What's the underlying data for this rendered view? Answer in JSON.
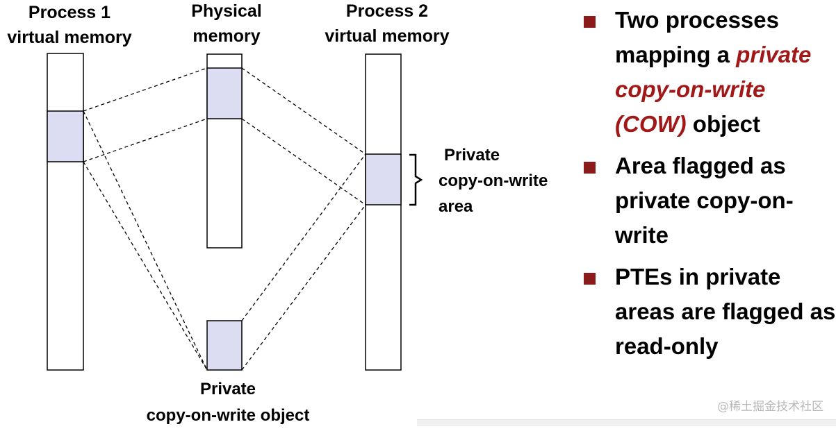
{
  "labels": {
    "process1": [
      "Process 1",
      "virtual memory"
    ],
    "physical": [
      "Physical",
      "memory"
    ],
    "process2": [
      "Process 2",
      "virtual memory"
    ],
    "cow_area": [
      "Private",
      "copy-on-write",
      "area"
    ],
    "cow_object": [
      "Private",
      "copy-on-write object"
    ]
  },
  "bullets": [
    {
      "before": "Two processes mapping a ",
      "emph": "private copy-on-write (COW)",
      "after": " object"
    },
    {
      "before": "Area flagged as private copy-on-write",
      "emph": "",
      "after": ""
    },
    {
      "before": "PTEs in private areas are flagged as read-only",
      "emph": "",
      "after": ""
    }
  ],
  "watermark": "@稀土掘金技术社区",
  "colors": {
    "region_fill": "#dcdcf3",
    "bullet_marker": "#8b1a1a",
    "emphasis": "#a01818"
  }
}
